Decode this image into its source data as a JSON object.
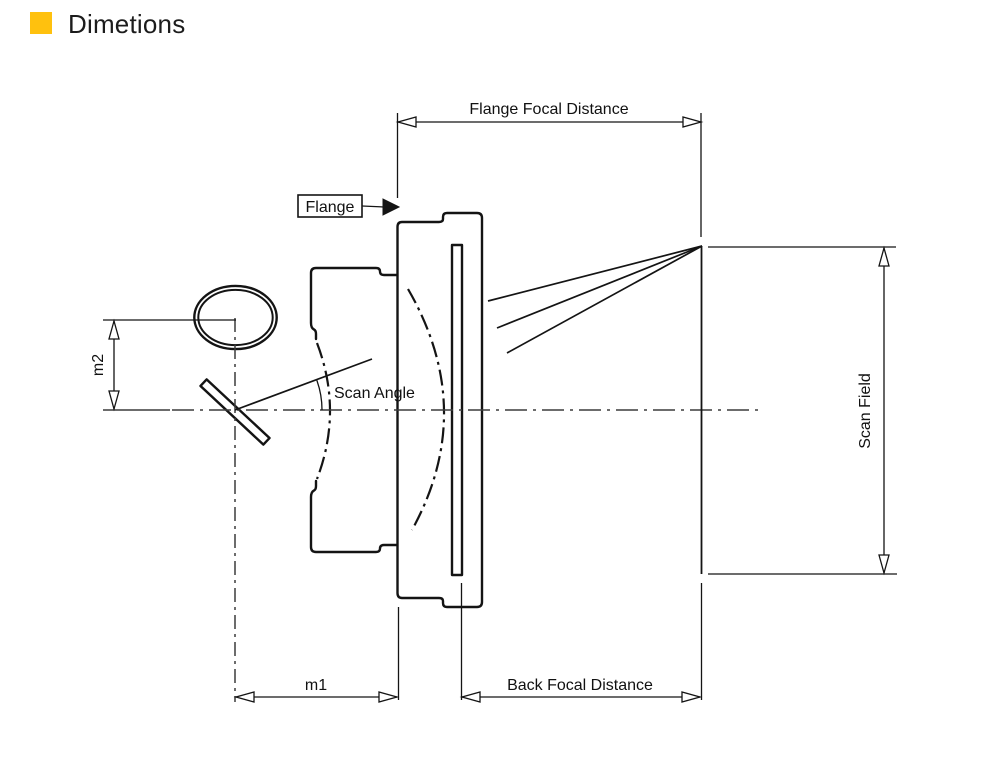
{
  "header": {
    "title": "Dimetions",
    "bullet_color": "#FFC10E"
  },
  "labels": {
    "flange_focal_distance": "Flange Focal Distance",
    "flange": "Flange",
    "scan_angle": "Scan Angle",
    "scan_field": "Scan Field",
    "back_focal_distance": "Back Focal Distance",
    "m1": "m1",
    "m2": "m2"
  },
  "colors": {
    "line": "#141414",
    "centerline": "#3c3c3c",
    "background": "#ffffff",
    "accent": "#FFC10E"
  }
}
